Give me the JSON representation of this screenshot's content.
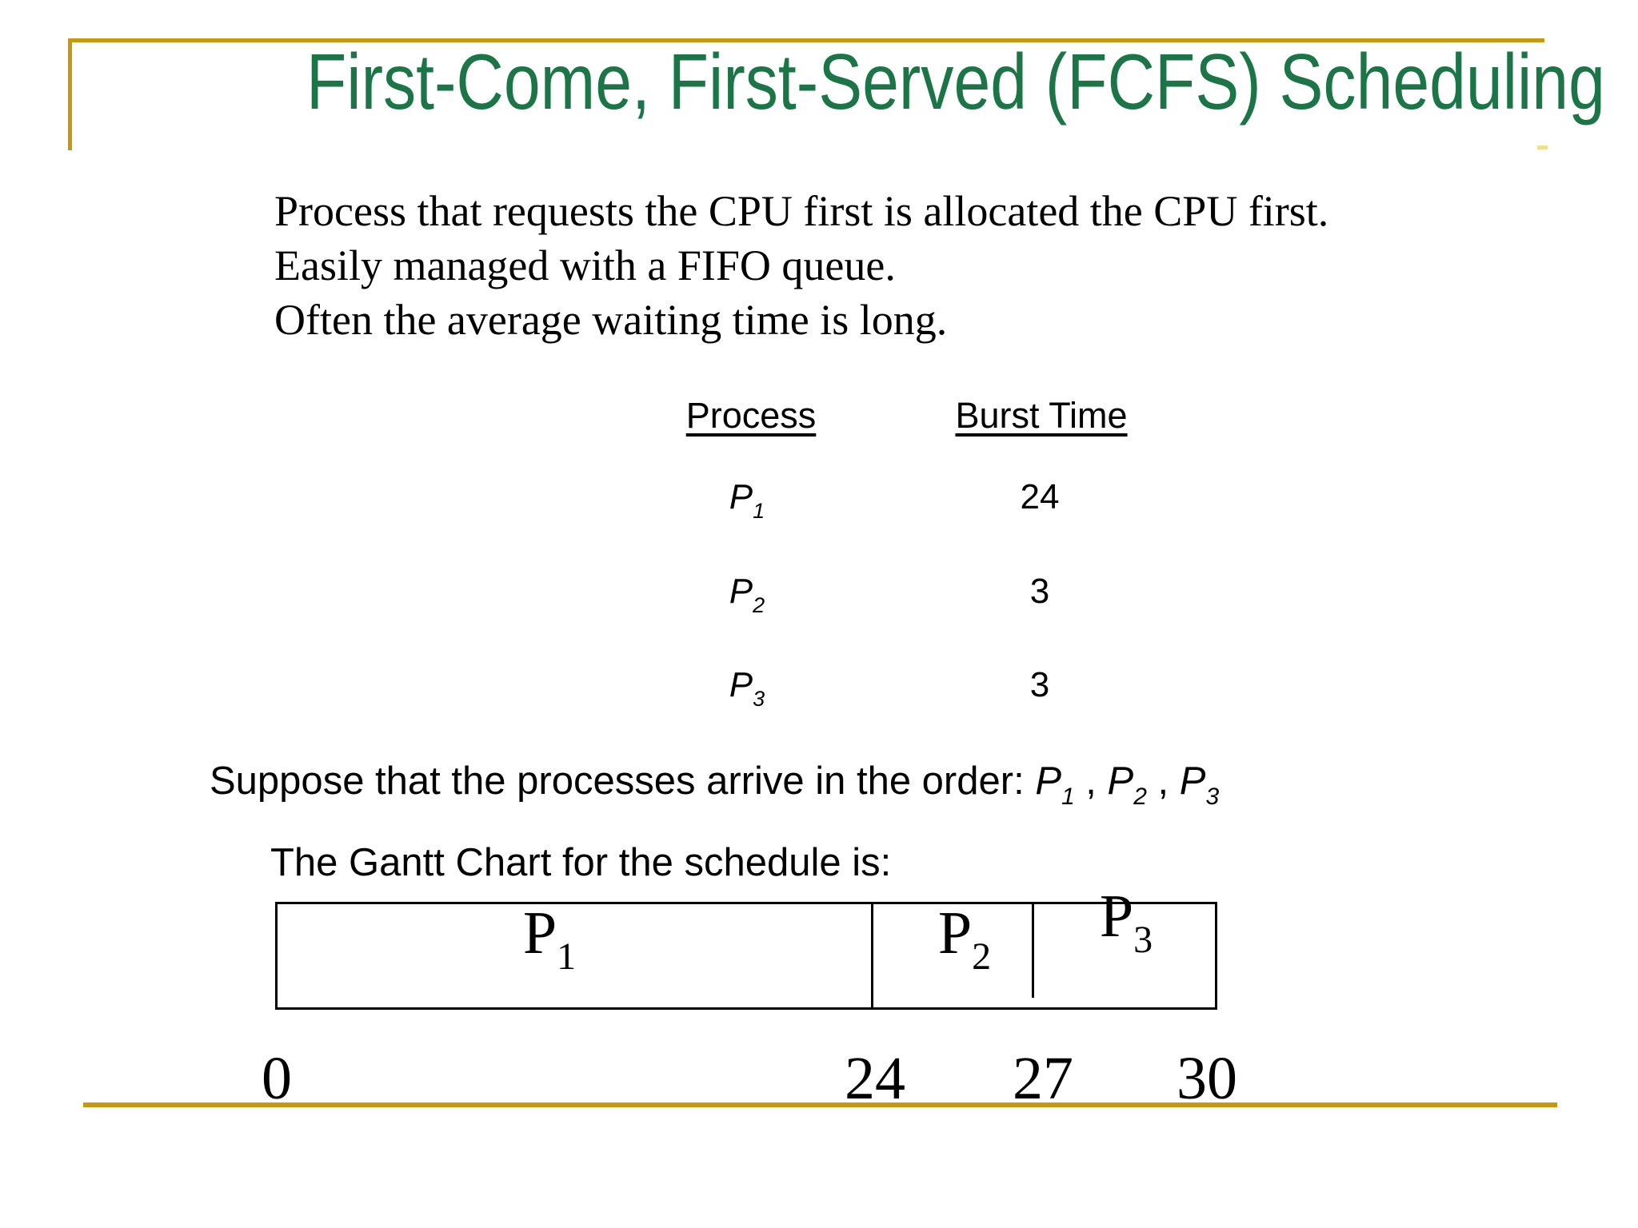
{
  "slide": {
    "title": "First-Come, First-Served (FCFS) Scheduling",
    "accent_colors": {
      "title_green": "#1B7547",
      "rule_gold": "#C5980E"
    },
    "bullets": [
      "Process that requests the CPU first is allocated the CPU first.",
      "Easily managed with a FIFO queue.",
      "Often the average waiting time is long."
    ],
    "process_table": {
      "headers": {
        "process": "Process",
        "burst": "Burst Time"
      },
      "rows": [
        {
          "name_base": "P",
          "name_sub": "1",
          "burst": "24"
        },
        {
          "name_base": "P",
          "name_sub": "2",
          "burst": "3"
        },
        {
          "name_base": "P",
          "name_sub": "3",
          "burst": "3"
        }
      ]
    },
    "arrival": {
      "prefix": "Suppose that the processes arrive in the order: ",
      "sep": " , ",
      "order": [
        {
          "base": "P",
          "sub": "1"
        },
        {
          "base": "P",
          "sub": "2"
        },
        {
          "base": "P",
          "sub": "3"
        }
      ]
    },
    "gantt_intro": "The Gantt Chart for the schedule is:",
    "chart_data": {
      "type": "gantt",
      "title": "FCFS schedule Gantt chart",
      "segments": [
        {
          "label_base": "P",
          "label_sub": "1",
          "start": 0,
          "end": 24
        },
        {
          "label_base": "P",
          "label_sub": "2",
          "start": 24,
          "end": 27
        },
        {
          "label_base": "P",
          "label_sub": "3",
          "start": 27,
          "end": 30
        }
      ],
      "axis_marks": [
        "0",
        "24",
        "27",
        "30"
      ],
      "axis_range": [
        0,
        30
      ]
    }
  }
}
